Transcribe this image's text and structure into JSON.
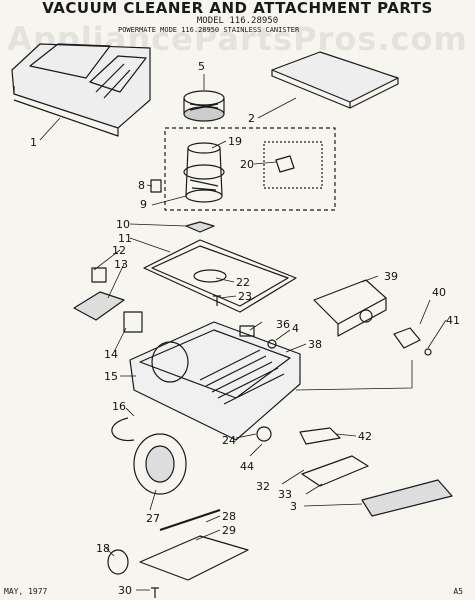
{
  "header": {
    "title": "VACUUM CLEANER AND ATTACHMENT PARTS",
    "model": "MODEL 116.28950",
    "subline": "POWERMATE MODE 116.28950 STAINLESS CANISTER",
    "watermark": "AppliancePartsPros.com"
  },
  "footer": {
    "date": "MAY, 1977",
    "code": "A5"
  },
  "callouts": [
    "1",
    "2",
    "3",
    "4",
    "5",
    "8",
    "9",
    "10",
    "11",
    "12",
    "13",
    "14",
    "15",
    "16",
    "18",
    "19",
    "20",
    "22",
    "23",
    "24",
    "27",
    "28",
    "29",
    "30",
    "32",
    "33",
    "36",
    "38",
    "39",
    "40",
    "41",
    "42",
    "44"
  ],
  "colors": {
    "ink": "#1a1a1a",
    "paper": "#f7f5ef"
  }
}
